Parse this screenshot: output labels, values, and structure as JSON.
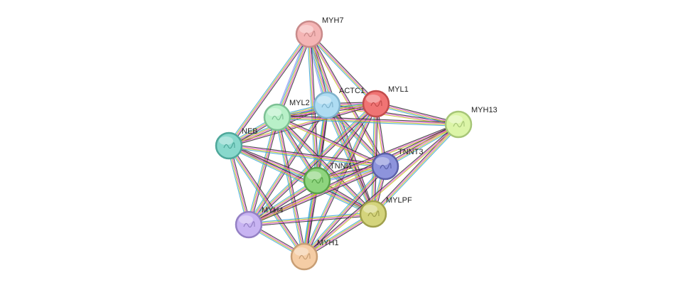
{
  "network": {
    "nodes": [
      {
        "id": "MYH7",
        "label": "MYH7",
        "color": "#f4b5b5",
        "border": "#c88a8a"
      },
      {
        "id": "ACTC1",
        "label": "ACTC1",
        "color": "#aedcf2",
        "border": "#7fb2cc"
      },
      {
        "id": "MYL1",
        "label": "MYL1",
        "color": "#f07474",
        "border": "#c24c4c"
      },
      {
        "id": "MYL2",
        "label": "MYL2",
        "color": "#b8f0c8",
        "border": "#7dc094"
      },
      {
        "id": "MYH13",
        "label": "MYH13",
        "color": "#dcf5a8",
        "border": "#a7c678"
      },
      {
        "id": "NEB",
        "label": "NEB",
        "color": "#88d8cc",
        "border": "#4ea79a"
      },
      {
        "id": "TNNT3",
        "label": "TNNT3",
        "color": "#8d94dc",
        "border": "#5a60a8"
      },
      {
        "id": "TNNI1",
        "label": "TNNI1",
        "color": "#8ed47e",
        "border": "#58a24a"
      },
      {
        "id": "MYLPF",
        "label": "MYLPF",
        "color": "#d4d47c",
        "border": "#a0a04c"
      },
      {
        "id": "MYH4",
        "label": "MYH4",
        "color": "#c8b4f2",
        "border": "#9480c4"
      },
      {
        "id": "MYH1",
        "label": "MYH1",
        "color": "#f5cda5",
        "border": "#c89e74"
      }
    ],
    "edges": [
      {
        "source": "MYH7",
        "target": "ACTC1",
        "colors": [
          "#2b2b2b",
          "#e34fd2",
          "#c3c31b",
          "#3aa3d9",
          "#8c8cf0"
        ]
      },
      {
        "source": "MYH7",
        "target": "MYL1",
        "colors": [
          "#2b2b2b",
          "#e34fd2",
          "#c3c31b",
          "#3aa3d9"
        ]
      },
      {
        "source": "MYH7",
        "target": "MYL2",
        "colors": [
          "#2b2b2b",
          "#e34fd2",
          "#c3c31b",
          "#3aa3d9",
          "#8c8cf0"
        ]
      },
      {
        "source": "MYH7",
        "target": "NEB",
        "colors": [
          "#2b2b2b",
          "#e34fd2",
          "#c3c31b",
          "#3aa3d9"
        ]
      },
      {
        "source": "MYH7",
        "target": "TNNI1",
        "colors": [
          "#2b2b2b",
          "#e34fd2",
          "#c3c31b",
          "#3aa3d9"
        ]
      },
      {
        "source": "MYH7",
        "target": "MYLPF",
        "colors": [
          "#2b2b2b",
          "#e34fd2",
          "#c3c31b",
          "#3aa3d9"
        ]
      },
      {
        "source": "MYH7",
        "target": "TNNT3",
        "colors": [
          "#2b2b2b",
          "#e34fd2",
          "#c3c31b"
        ]
      },
      {
        "source": "ACTC1",
        "target": "MYL1",
        "colors": [
          "#2b2b2b",
          "#e34fd2",
          "#c3c31b",
          "#3aa3d9"
        ]
      },
      {
        "source": "ACTC1",
        "target": "MYL2",
        "colors": [
          "#2b2b2b",
          "#e34fd2",
          "#c3c31b",
          "#3aa3d9"
        ]
      },
      {
        "source": "ACTC1",
        "target": "NEB",
        "colors": [
          "#2b2b2b",
          "#e34fd2",
          "#c3c31b",
          "#3aa3d9"
        ]
      },
      {
        "source": "ACTC1",
        "target": "TNNI1",
        "colors": [
          "#2b2b2b",
          "#e34fd2",
          "#c3c31b",
          "#3aa3d9"
        ]
      },
      {
        "source": "ACTC1",
        "target": "TNNT3",
        "colors": [
          "#2b2b2b",
          "#e34fd2",
          "#c3c31b",
          "#3aa3d9"
        ]
      },
      {
        "source": "ACTC1",
        "target": "MYLPF",
        "colors": [
          "#2b2b2b",
          "#e34fd2",
          "#c3c31b",
          "#3aa3d9"
        ]
      },
      {
        "source": "ACTC1",
        "target": "MYH4",
        "colors": [
          "#2b2b2b",
          "#e34fd2",
          "#c3c31b",
          "#3aa3d9"
        ]
      },
      {
        "source": "ACTC1",
        "target": "MYH1",
        "colors": [
          "#2b2b2b",
          "#e34fd2",
          "#c3c31b",
          "#3aa3d9"
        ]
      },
      {
        "source": "ACTC1",
        "target": "MYH13",
        "colors": [
          "#2b2b2b",
          "#e34fd2",
          "#c3c31b"
        ]
      },
      {
        "source": "MYL1",
        "target": "MYL2",
        "colors": [
          "#2b2b2b",
          "#e34fd2",
          "#c3c31b",
          "#3aa3d9"
        ]
      },
      {
        "source": "MYL1",
        "target": "MYH13",
        "colors": [
          "#2b2b2b",
          "#e34fd2",
          "#c3c31b",
          "#3aa3d9"
        ]
      },
      {
        "source": "MYL1",
        "target": "NEB",
        "colors": [
          "#2b2b2b",
          "#e34fd2",
          "#c3c31b"
        ]
      },
      {
        "source": "MYL1",
        "target": "TNNI1",
        "colors": [
          "#2b2b2b",
          "#e34fd2",
          "#c3c31b",
          "#3aa3d9"
        ]
      },
      {
        "source": "MYL1",
        "target": "TNNT3",
        "colors": [
          "#2b2b2b",
          "#e34fd2",
          "#c3c31b"
        ]
      },
      {
        "source": "MYL1",
        "target": "MYLPF",
        "colors": [
          "#2b2b2b",
          "#e34fd2",
          "#c3c31b",
          "#3aa3d9"
        ]
      },
      {
        "source": "MYL1",
        "target": "MYH4",
        "colors": [
          "#2b2b2b",
          "#e34fd2",
          "#c3c31b",
          "#3aa3d9"
        ]
      },
      {
        "source": "MYL1",
        "target": "MYH1",
        "colors": [
          "#2b2b2b",
          "#e34fd2",
          "#c3c31b",
          "#3aa3d9"
        ]
      },
      {
        "source": "MYL2",
        "target": "MYH13",
        "colors": [
          "#2b2b2b",
          "#e34fd2",
          "#c3c31b",
          "#3aa3d9"
        ]
      },
      {
        "source": "MYL2",
        "target": "NEB",
        "colors": [
          "#2b2b2b",
          "#e34fd2",
          "#c3c31b",
          "#3aa3d9"
        ]
      },
      {
        "source": "MYL2",
        "target": "TNNI1",
        "colors": [
          "#2b2b2b",
          "#e34fd2",
          "#c3c31b",
          "#3aa3d9"
        ]
      },
      {
        "source": "MYL2",
        "target": "TNNT3",
        "colors": [
          "#2b2b2b",
          "#e34fd2",
          "#c3c31b"
        ]
      },
      {
        "source": "MYL2",
        "target": "MYLPF",
        "colors": [
          "#2b2b2b",
          "#e34fd2",
          "#c3c31b",
          "#3aa3d9"
        ]
      },
      {
        "source": "MYL2",
        "target": "MYH4",
        "colors": [
          "#2b2b2b",
          "#e34fd2",
          "#c3c31b",
          "#3aa3d9"
        ]
      },
      {
        "source": "MYL2",
        "target": "MYH1",
        "colors": [
          "#2b2b2b",
          "#e34fd2",
          "#c3c31b",
          "#3aa3d9"
        ]
      },
      {
        "source": "NEB",
        "target": "TNNI1",
        "colors": [
          "#2b2b2b",
          "#e34fd2",
          "#c3c31b",
          "#3aa3d9"
        ]
      },
      {
        "source": "NEB",
        "target": "TNNT3",
        "colors": [
          "#2b2b2b",
          "#e34fd2",
          "#c3c31b",
          "#3aa3d9"
        ]
      },
      {
        "source": "NEB",
        "target": "MYLPF",
        "colors": [
          "#2b2b2b",
          "#e34fd2",
          "#c3c31b",
          "#3aa3d9"
        ]
      },
      {
        "source": "NEB",
        "target": "MYH4",
        "colors": [
          "#2b2b2b",
          "#e34fd2",
          "#c3c31b",
          "#3aa3d9"
        ]
      },
      {
        "source": "NEB",
        "target": "MYH1",
        "colors": [
          "#2b2b2b",
          "#e34fd2",
          "#c3c31b",
          "#3aa3d9"
        ]
      },
      {
        "source": "TNNI1",
        "target": "TNNT3",
        "colors": [
          "#2b2b2b",
          "#e34fd2",
          "#c3c31b",
          "#3aa3d9",
          "#8c8cf0"
        ]
      },
      {
        "source": "TNNI1",
        "target": "MYLPF",
        "colors": [
          "#2b2b2b",
          "#e34fd2",
          "#c3c31b",
          "#3aa3d9"
        ]
      },
      {
        "source": "TNNI1",
        "target": "MYH4",
        "colors": [
          "#2b2b2b",
          "#e34fd2",
          "#c3c31b",
          "#3aa3d9"
        ]
      },
      {
        "source": "TNNI1",
        "target": "MYH1",
        "colors": [
          "#2b2b2b",
          "#e34fd2",
          "#c3c31b",
          "#3aa3d9"
        ]
      },
      {
        "source": "TNNI1",
        "target": "MYH13",
        "colors": [
          "#2b2b2b",
          "#e34fd2",
          "#c3c31b"
        ]
      },
      {
        "source": "TNNT3",
        "target": "MYLPF",
        "colors": [
          "#2b2b2b",
          "#e34fd2",
          "#c3c31b",
          "#3aa3d9"
        ]
      },
      {
        "source": "TNNT3",
        "target": "MYH13",
        "colors": [
          "#2b2b2b",
          "#e34fd2",
          "#c3c31b",
          "#3aa3d9"
        ]
      },
      {
        "source": "TNNT3",
        "target": "MYH4",
        "colors": [
          "#2b2b2b",
          "#e34fd2",
          "#c3c31b"
        ]
      },
      {
        "source": "TNNT3",
        "target": "MYH1",
        "colors": [
          "#2b2b2b",
          "#e34fd2",
          "#c3c31b",
          "#3aa3d9"
        ]
      },
      {
        "source": "MYLPF",
        "target": "MYH13",
        "colors": [
          "#2b2b2b",
          "#e34fd2",
          "#c3c31b",
          "#3aa3d9"
        ]
      },
      {
        "source": "MYLPF",
        "target": "MYH4",
        "colors": [
          "#2b2b2b",
          "#e34fd2",
          "#c3c31b",
          "#3aa3d9"
        ]
      },
      {
        "source": "MYLPF",
        "target": "MYH1",
        "colors": [
          "#2b2b2b",
          "#e34fd2",
          "#c3c31b",
          "#3aa3d9"
        ]
      },
      {
        "source": "MYH4",
        "target": "MYH1",
        "colors": [
          "#2b2b2b",
          "#e34fd2",
          "#c3c31b",
          "#3aa3d9"
        ]
      },
      {
        "source": "MYH4",
        "target": "MYH13",
        "colors": [
          "#2b2b2b",
          "#e34fd2",
          "#c3c31b"
        ]
      },
      {
        "source": "MYH1",
        "target": "MYH13",
        "colors": [
          "#2b2b2b",
          "#e34fd2",
          "#c3c31b"
        ]
      }
    ]
  }
}
